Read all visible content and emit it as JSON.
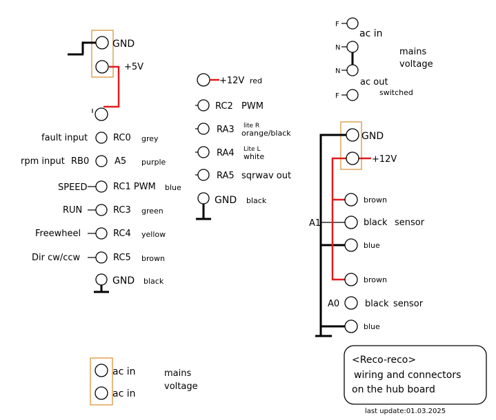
{
  "top_connector": {
    "gnd": "GND",
    "plus5v": "+5V"
  },
  "left_pins": [
    {
      "name": "fault input",
      "pin": "RC0",
      "color": "grey"
    },
    {
      "name": "rpm input",
      "pin": "RB0",
      "analog": "A5",
      "color": "purple"
    },
    {
      "name": "SPEED",
      "pin": "RC1 PWM",
      "color": "blue"
    },
    {
      "name": "RUN",
      "pin": "RC3",
      "color": "green"
    },
    {
      "name": "Freewheel",
      "pin": "RC4",
      "color": "yellow"
    },
    {
      "name": "Dir cw/ccw",
      "pin": "RC5",
      "color": "brown"
    },
    {
      "pin": "GND",
      "color": "black"
    }
  ],
  "middle_pins": [
    {
      "pin": "+12V",
      "color": "red"
    },
    {
      "pin": "RC2",
      "desc": "PWM"
    },
    {
      "pin": "RA3",
      "desc_line1": "lite R",
      "desc_line2": "orange/black"
    },
    {
      "pin": "RA4",
      "desc_line1": "Lite L",
      "desc_line2": "white"
    },
    {
      "pin": "RA5",
      "desc": "sqrwav out"
    },
    {
      "pin": "GND",
      "color": "black"
    }
  ],
  "mains_top": {
    "f1": "F",
    "ac_in": "ac in",
    "n1": "N",
    "n2": "N",
    "mains1": "mains",
    "mains2": "voltage",
    "ac_out": "ac out",
    "f2": "F",
    "switched": "switched"
  },
  "sensor_connector": {
    "gnd": "GND",
    "plus12v": "+12V",
    "a1": "A1",
    "a0": "A0",
    "brown1": "brown",
    "black1": "black",
    "sensor1": "sensor",
    "blue1": "blue",
    "brown2": "brown",
    "black2": "black",
    "sensor2": "sensor",
    "blue2": "blue"
  },
  "mains_bottom": {
    "ac_in1": "ac in",
    "ac_in2": "ac in",
    "mains1": "mains",
    "mains2": "voltage"
  },
  "note": {
    "title": "<Reco-reco>",
    "line1": "wiring and connectors",
    "line2": "on the hub board",
    "last_update": "last update:01.03.2025"
  }
}
